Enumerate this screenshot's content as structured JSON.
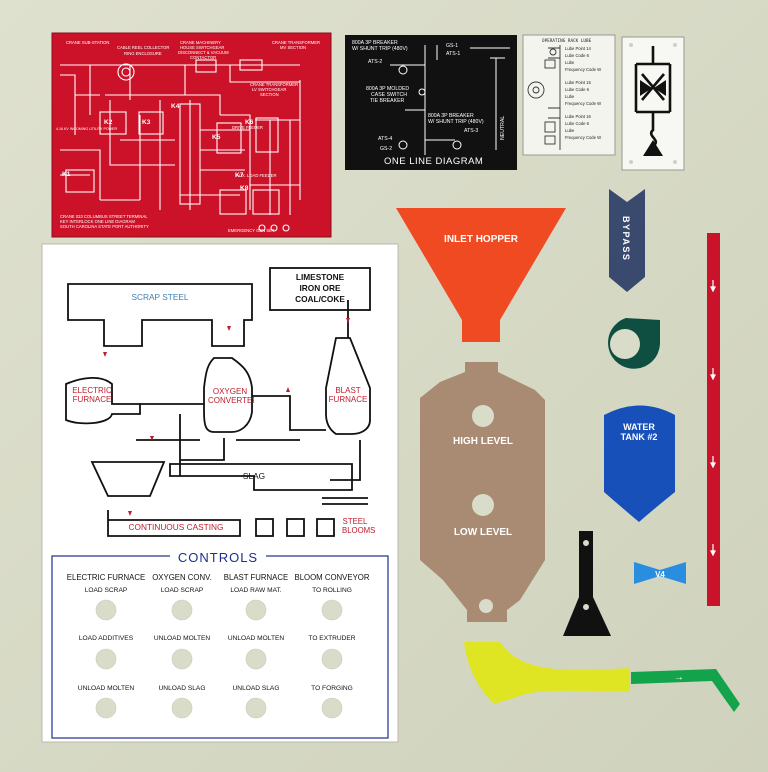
{
  "red_panel": {
    "labels": {
      "crane_substation": "CRANE SUB-STATION",
      "cable_reel": "CABLE REEL COLLECTOR",
      "ring_enclosure": "RING ENCLOSURE",
      "crane_machinery": "CRANE MACHINERY",
      "house_switchgear": "HOUSE SWITCHGEAR",
      "disconnect_vacuum": "DISCONNECT & VACUUM",
      "contactor": "CONTACTOR",
      "crane_transformer_mv": "CRANE TRANSFORMER",
      "mv_section": "MV SECTION",
      "crane_transformer_lv": "CRANE TRANSFORMER",
      "lv_switchgear": "LV SWITCHGEAR",
      "section": "SECTION",
      "drive_feeder": "DRIVE FEEDER",
      "aux_load_feeder": "AUX. LOAD FEEDER",
      "utility_power": "4.16 KV INCOMING UTILITY POWER",
      "emergency_gen": "EMERGENCY GEN SET",
      "title_1": "CRANE 033  COLUMBUS STREET TERMINAL",
      "title_2": "KEY INTERLOCK ONE LINE DIAGRAM",
      "title_3": "SOUTH CAROLINA STATE PORT AUTHORITY"
    },
    "keys": [
      "K1",
      "K2",
      "K3",
      "K4",
      "K5",
      "K6",
      "K7",
      "K8"
    ]
  },
  "black_panel": {
    "breaker_top": "800A 3P BREAKER",
    "breaker_top_2": "W/ SHUNT TRIP (480V)",
    "gs1": "GS-1",
    "ats1": "ATS-1",
    "ats2": "ATS-2",
    "molded": "800A 3P MOLDED",
    "case_switch": "CASE SWITCH",
    "tie_breaker": "TIE BREAKER",
    "breaker_bot": "800A 3P BREAKER",
    "breaker_bot_2": "W/ SHUNT TRIP (480V)",
    "ats4": "ATS-4",
    "ats3": "ATS-3",
    "gs2": "GS-2",
    "neutral": "NEUTRAL",
    "title": "ONE LINE DIAGRAM"
  },
  "lube_panel": {
    "title": "OPERATING RACK LUBE",
    "groups": [
      [
        "Lube Point 14",
        "Lube Code 6",
        "Lube",
        "Frequency Code W"
      ],
      [
        "Lube Point 15",
        "Lube Code 6",
        "Lube",
        "Frequency Code W"
      ],
      [
        "Lube Point 16",
        "Lube Code 6",
        "Lube",
        "Frequency Code W"
      ]
    ]
  },
  "process_panel": {
    "limestone": "LIMESTONE",
    "iron_ore": "IRON ORE",
    "coal": "COAL/COKE",
    "scrap_steel": "SCRAP STEEL",
    "electric_furnace": "ELECTRIC FURNACE",
    "oxygen_converter": "OXYGEN CONVERTER",
    "blast_furnace": "BLAST FURNACE",
    "slag": "SLAG",
    "continuous_casting": "CONTINUOUS CASTING",
    "steel_blooms": "STEEL BLOOMS",
    "controls_title": "CONTROLS",
    "columns": [
      "ELECTRIC FURNACE",
      "OXYGEN CONV.",
      "BLAST FURNACE",
      "BLOOM CONVEYOR"
    ],
    "rows": [
      [
        "LOAD SCRAP",
        "LOAD SCRAP",
        "LOAD RAW MAT.",
        "TO ROLLING"
      ],
      [
        "LOAD ADDITIVES",
        "UNLOAD MOLTEN",
        "UNLOAD MOLTEN",
        "TO EXTRUDER"
      ],
      [
        "UNLOAD MOLTEN",
        "UNLOAD SLAG",
        "UNLOAD SLAG",
        "TO FORGING"
      ]
    ]
  },
  "signs": {
    "inlet_hopper": "INLET HOPPER",
    "high_level": "HIGH LEVEL",
    "low_level": "LOW LEVEL",
    "bypass": "BYPASS",
    "water_tank": "WATER TANK #2",
    "valve": "V4",
    "arrow": "→"
  },
  "colors": {
    "red": "#cc1228",
    "black": "#111111",
    "orange": "#f04a23",
    "tan": "#a98a72",
    "navy": "#3a4a6e",
    "teal": "#0e4f42",
    "blue": "#1750b8",
    "sky": "#2a8ee0",
    "yellow": "#dfe523",
    "green": "#13a34a",
    "dark_red": "#c9132b"
  }
}
